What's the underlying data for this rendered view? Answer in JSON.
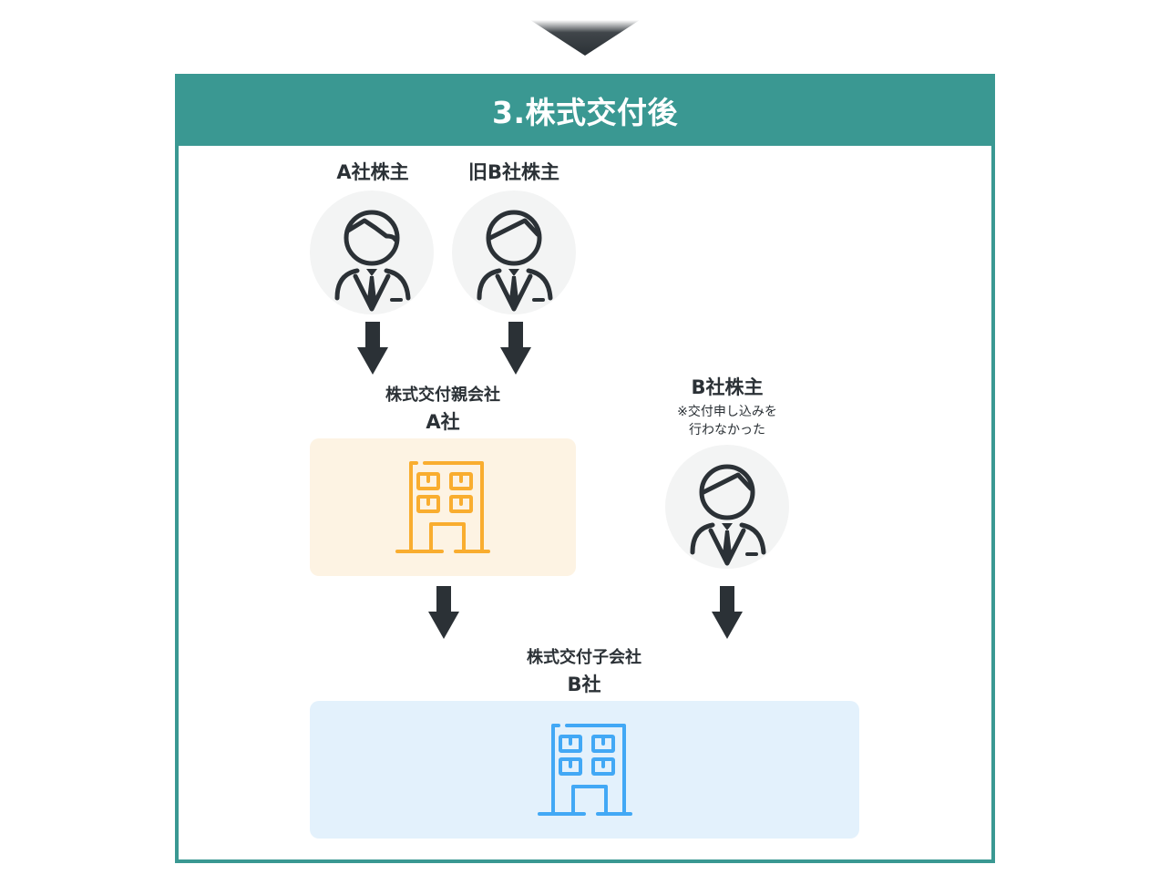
{
  "section": {
    "title": "3.株式交付後",
    "header_color": "#3a9892"
  },
  "shareholders": [
    {
      "id": "a",
      "label": "A社株主"
    },
    {
      "id": "old-b",
      "label": "旧B社株主"
    },
    {
      "id": "b",
      "label": "B社株主",
      "note_line1": "※交付申し込みを",
      "note_line2": "行わなかった"
    }
  ],
  "parent_company": {
    "role": "株式交付親会社",
    "name": "A社",
    "panel_color": "#fdf3e3",
    "icon_color": "#f9ad2f"
  },
  "subsidiary_company": {
    "role": "株式交付子会社",
    "name": "B社",
    "panel_color": "#e3f1fc",
    "icon_color": "#42a8f5"
  },
  "icons": {
    "person": "businessman-icon",
    "building": "office-building-icon",
    "arrow": "arrow-down-icon"
  },
  "colors": {
    "ink": "#2b3136",
    "person_bg": "#f3f4f4"
  }
}
